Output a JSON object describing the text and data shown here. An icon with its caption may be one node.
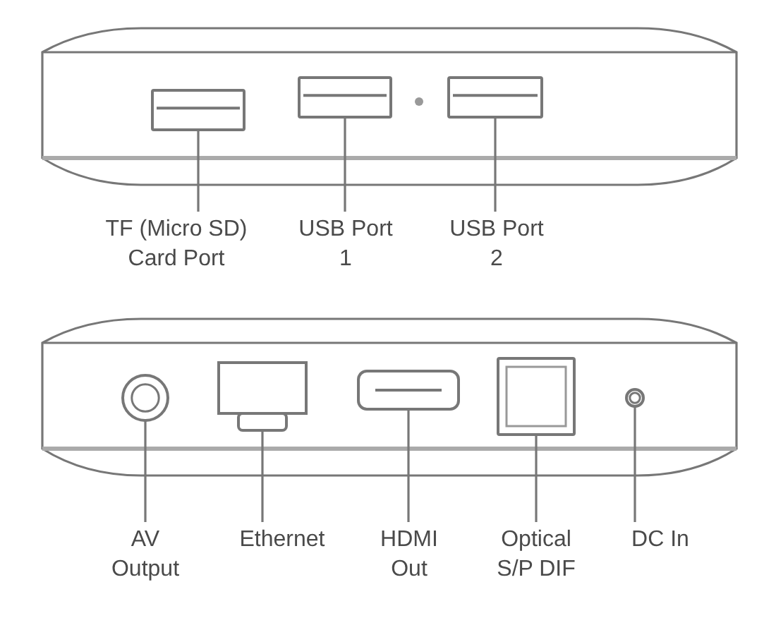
{
  "diagram": {
    "nodes": [
      {
        "text": [],
        "shape": "box"
      },
      {
        "text": [],
        "shape": "box"
      },
      {
        "text": [],
        "shape": "box"
      },
      {
        "text": [
          "TF (Micro SD) Card Port"
        ]
      },
      {
        "text": [
          "USB Port 1"
        ]
      },
      {
        "text": [
          "USB Port 2"
        ]
      },
      {
        "text": [],
        "shape": "circle"
      },
      {
        "text": [],
        "shape": "box"
      },
      {
        "text": [],
        "shape": "box"
      },
      {
        "text": [],
        "shape": "box"
      },
      {
        "text": [],
        "shape": "circle"
      },
      {
        "text": [
          "AV Output"
        ]
      },
      {
        "text": [
          "Ethernet"
        ]
      },
      {
        "text": [
          "HDMI Out"
        ]
      },
      {
        "text": [
          "Optical S/P DIF"
        ]
      },
      {
        "text": [
          "DC In"
        ]
      }
    ],
    "edges": [
      {
        "from": 3,
        "to": 0,
        "arrow": "none"
      },
      {
        "from": 4,
        "to": 1,
        "arrow": "none"
      },
      {
        "from": 5,
        "to": 2,
        "arrow": "none"
      },
      {
        "from": 11,
        "to": 6,
        "arrow": "none"
      },
      {
        "from": 12,
        "to": 7,
        "arrow": "none"
      },
      {
        "from": 13,
        "to": 8,
        "arrow": "none"
      },
      {
        "from": 14,
        "to": 9,
        "arrow": "none"
      },
      {
        "from": 15,
        "to": 10,
        "arrow": "none"
      }
    ]
  }
}
